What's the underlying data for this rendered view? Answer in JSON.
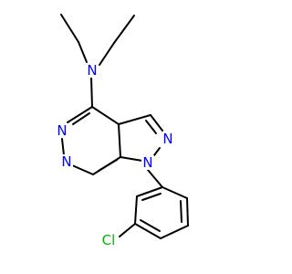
{
  "structure": {
    "background": "#ffffff",
    "bond_color": "#000000",
    "atoms": [
      {
        "name": "atom-n-amine",
        "label": "N",
        "color": "#0000ff"
      },
      {
        "name": "atom-n3",
        "label": "N",
        "color": "#0000ff"
      },
      {
        "name": "atom-n2",
        "label": "N",
        "color": "#0000ff"
      },
      {
        "name": "atom-n5",
        "label": "N",
        "color": "#0000ff"
      },
      {
        "name": "atom-n1",
        "label": "N",
        "color": "#0000ff"
      },
      {
        "name": "atom-cl",
        "label": "Cl",
        "color": "#00b400"
      }
    ]
  }
}
